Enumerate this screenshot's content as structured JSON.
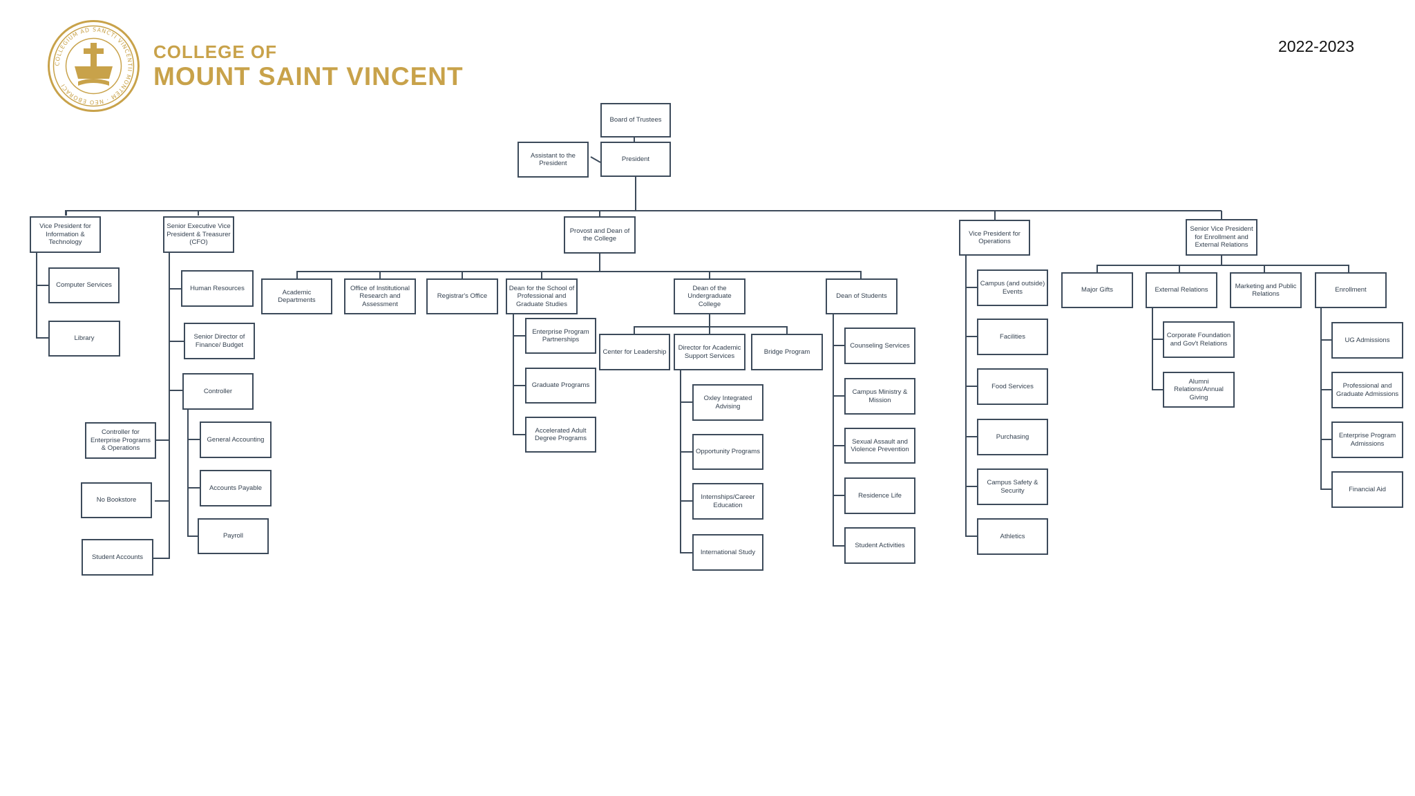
{
  "header": {
    "brand_line1": "COLLEGE OF",
    "brand_line2": "MOUNT SAINT VINCENT",
    "year": "2022-2023",
    "seal_text": "COLLEGIUM AD SANCTI VINCENTII MONTEM · NEO EBORACI",
    "colors": {
      "brand_gold": "#c8a24a",
      "box_border": "#3c4a5a",
      "connector": "#3c4a5a"
    }
  },
  "org": {
    "board": "Board of Trustees",
    "president": "President",
    "assistant": "Assistant to the President",
    "vp_it": "Vice President for Information & Technology",
    "computer_services": "Computer Services",
    "library": "Library",
    "cfo": "Senior Executive Vice President & Treasurer (CFO)",
    "human_resources": "Human Resources",
    "finance_budget": "Senior Director of Finance/ Budget",
    "controller": "Controller",
    "general_accounting": "General Accounting",
    "accounts_payable": "Accounts Payable",
    "payroll": "Payroll",
    "controller_enterprise": "Controller for Enterprise Programs & Operations",
    "no_bookstore": "No Bookstore",
    "student_accounts": "Student Accounts",
    "provost": "Provost and Dean of the College",
    "academic_departments": "Academic Departments",
    "institutional_research": "Office of Institutional Research and Assessment",
    "registrar": "Registrar's Office",
    "dean_professional": "Dean for the School of Professional and Graduate Studies",
    "enterprise_partnerships": "Enterprise Program Partnerships",
    "graduate_programs": "Graduate Programs",
    "accelerated_adult": "Accelerated Adult Degree Programs",
    "dean_undergrad": "Dean of the Undergraduate College",
    "center_leadership": "Center for Leadership",
    "director_academic_support": "Director for Academic Support Services",
    "bridge_program": "Bridge Program",
    "oxley": "Oxley Integrated Advising",
    "opportunity": "Opportunity Programs",
    "internships": "Internships/Career Education",
    "international": "International Study",
    "dean_students": "Dean of Students",
    "counseling": "Counseling Services",
    "campus_ministry": "Campus Ministry & Mission",
    "sexual_assault": "Sexual Assault and Violence Prevention",
    "residence_life": "Residence Life",
    "student_activities": "Student Activities",
    "vp_operations": "Vice President for Operations",
    "campus_events": "Campus (and outside) Events",
    "facilities": "Facilities",
    "food_services": "Food Services",
    "purchasing": "Purchasing",
    "campus_safety": "Campus Safety & Security",
    "athletics": "Athletics",
    "svp_enrollment": "Senior Vice President for Enrollment and External Relations",
    "major_gifts": "Major Gifts",
    "external_relations": "External Relations",
    "corporate_foundation": "Corporate Foundation and Gov't Relations",
    "alumni_relations": "Alumni Relations/Annual Giving",
    "marketing": "Marketing and Public Relations",
    "enrollment": "Enrollment",
    "ug_admissions": "UG Admissions",
    "professional_admissions": "Professional and Graduate Admissions",
    "enterprise_admissions": "Enterprise Program Admissions",
    "financial_aid": "Financial Aid"
  }
}
